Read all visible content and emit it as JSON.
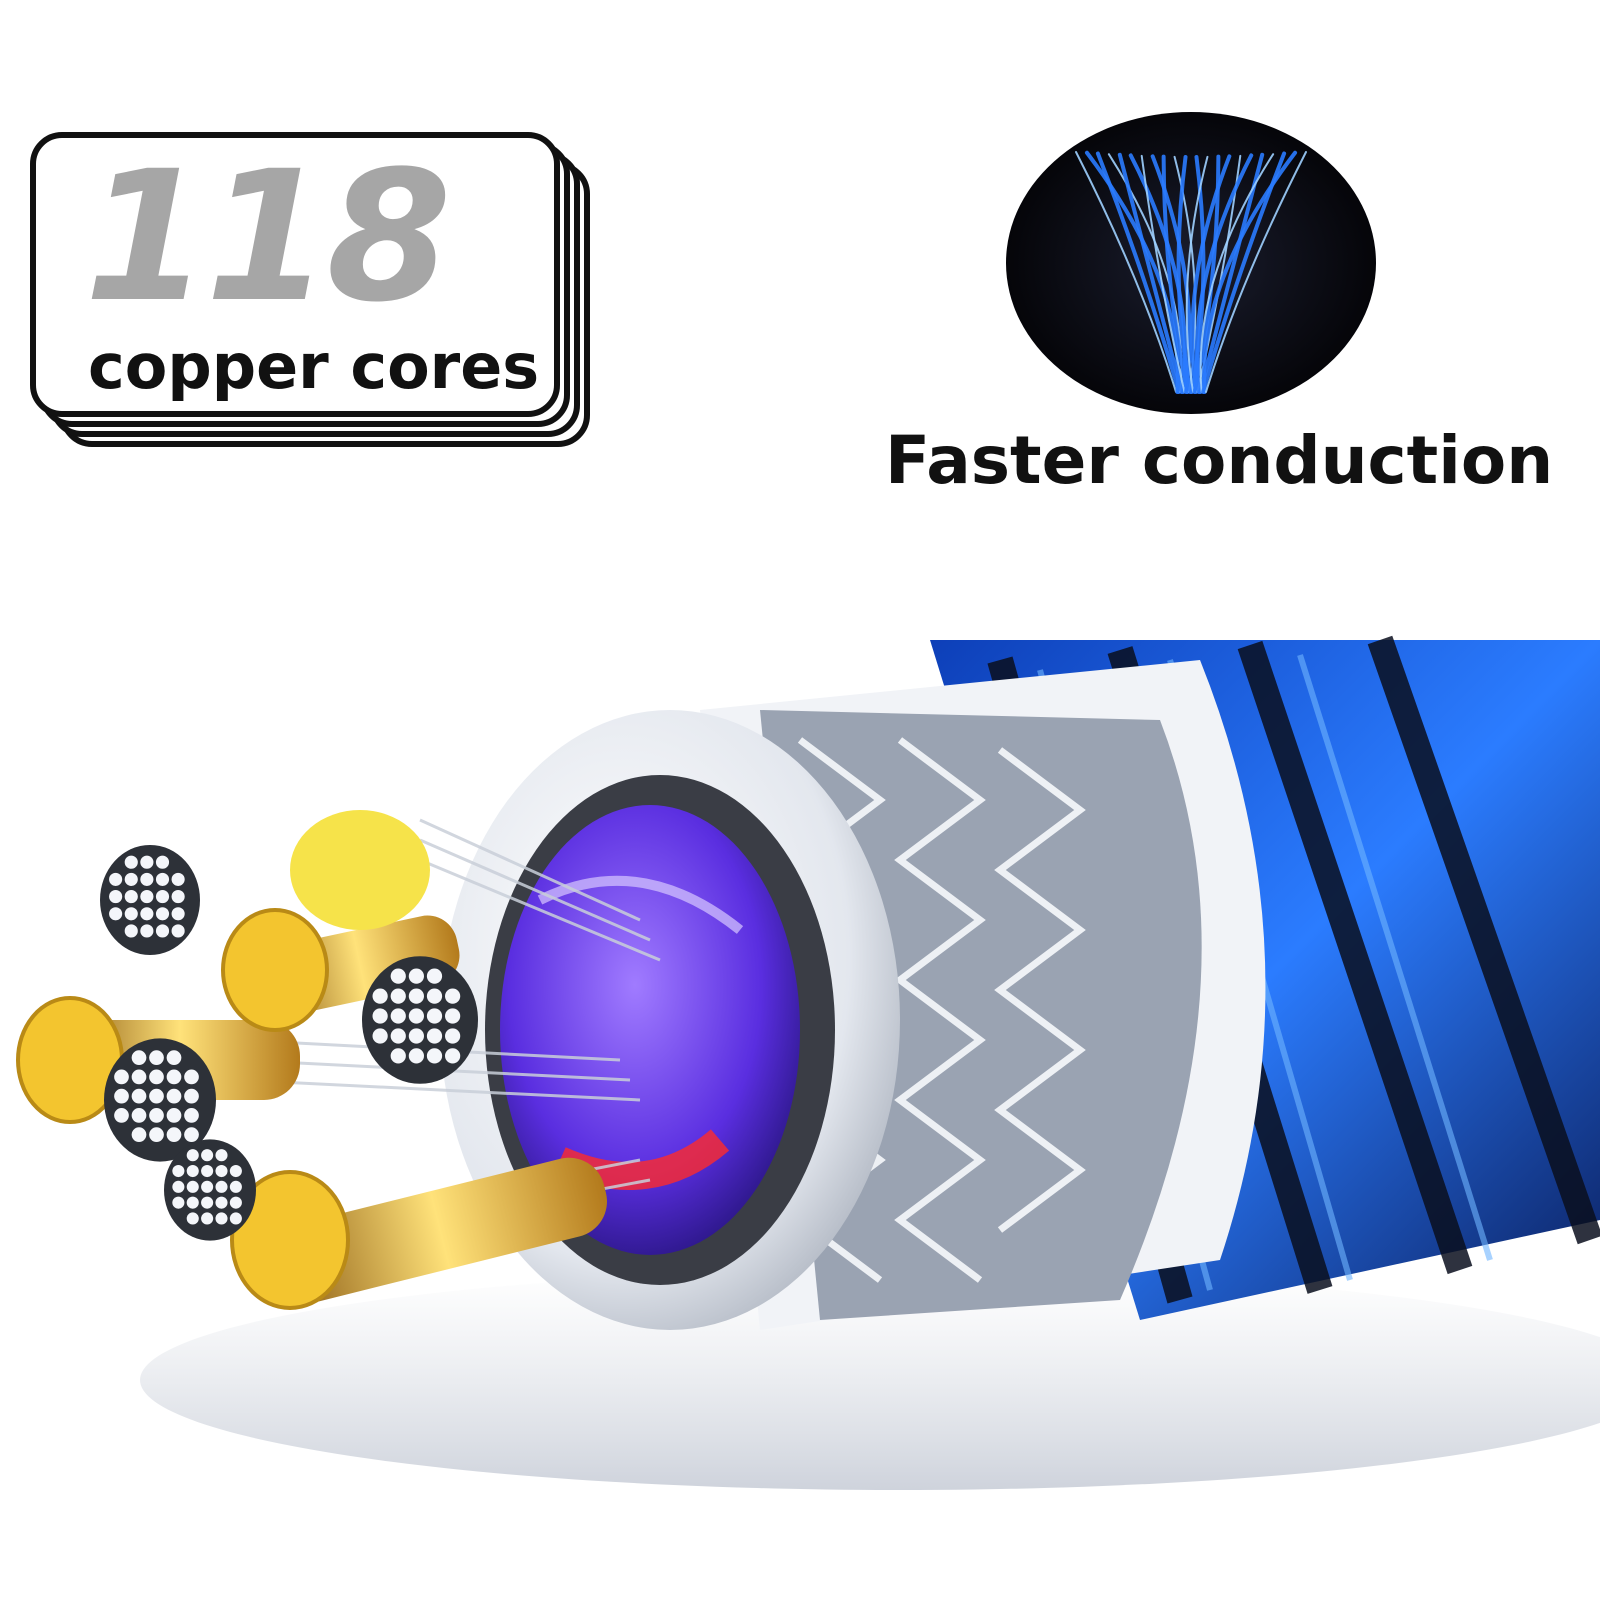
{
  "badge": {
    "number": "118",
    "caption": "copper cores"
  },
  "fiber_panel": {
    "caption": "Faster conduction"
  },
  "colors": {
    "badge_number": "#a6a6a6",
    "circle_bg": "#0a0a12",
    "fiber_blue": "#2a7bff",
    "braid_blue": "#1b56d6",
    "gold": "#f2c531",
    "purple": "#6a3df0"
  },
  "icons": [
    "copper-core-badge-icon",
    "fiber-bundle-icon",
    "braided-cable-icon"
  ]
}
